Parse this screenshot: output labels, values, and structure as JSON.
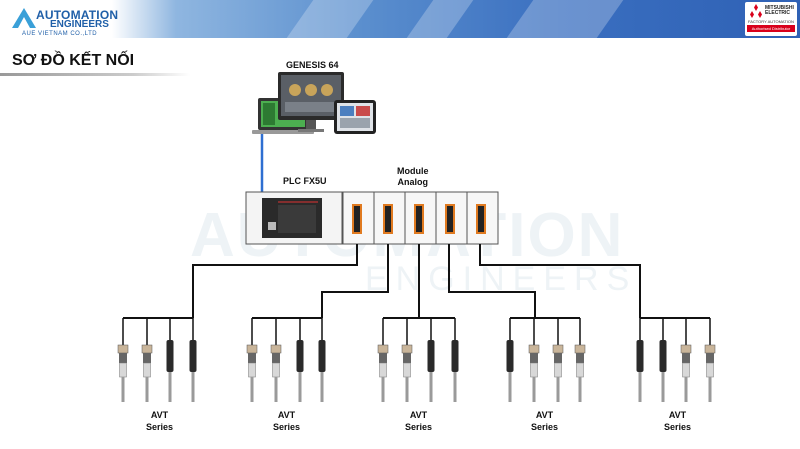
{
  "header": {
    "brand_line1": "AUTOMATION",
    "brand_line2": "ENGINEERS",
    "brand_line3": "AUE VIETNAM CO.,LTD",
    "partner_name": "MITSUBISHI ELECTRIC",
    "partner_sub": "FACTORY AUTOMATION",
    "partner_badge": "Authorised Distributor"
  },
  "page_title": "SƠ ĐỒ KẾT NỐI",
  "watermark": {
    "line1": "AUTOMATION",
    "line2": "ENGINEERS"
  },
  "nodes": {
    "hmi": {
      "label": "GENESIS 64"
    },
    "plc": {
      "label": "PLC FX5U"
    },
    "module": {
      "label": "Module\nAnalog",
      "count": 5
    },
    "sensor_groups": [
      {
        "label_line1": "AVT",
        "label_line2": "Series"
      },
      {
        "label_line1": "AVT",
        "label_line2": "Series"
      },
      {
        "label_line1": "AVT",
        "label_line2": "Series"
      },
      {
        "label_line1": "AVT",
        "label_line2": "Series"
      },
      {
        "label_line1": "AVT",
        "label_line2": "Series"
      }
    ]
  },
  "colors": {
    "link_ethernet": "#2e6fd1",
    "link_analog": "#111111",
    "module_terminal": "#e07a20",
    "plc_body": "#2a2a2a"
  }
}
